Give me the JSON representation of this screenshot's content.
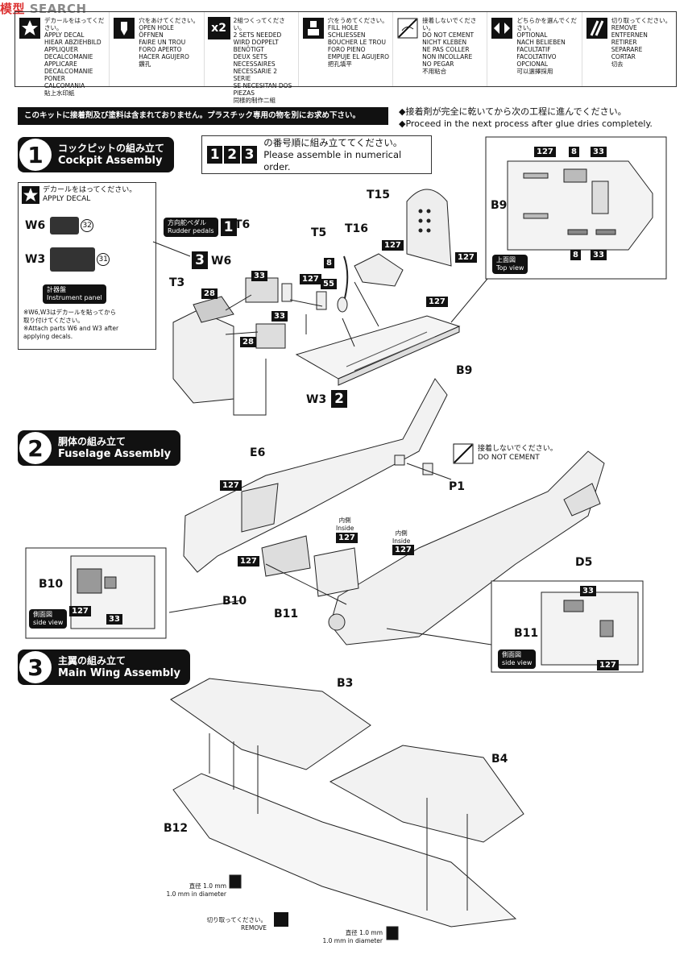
{
  "watermark": {
    "cn": "模型",
    "en": "SEARCH"
  },
  "legend": [
    {
      "icon": "star-icon",
      "text": "デカールをはってください。\nAPPLY DECAL\nHIEAR ABZIEHBILD\nAPPLIQUER DECALCOMANIE\nAPPLICARE DECALCOMANIE\nPONER CALCOMANIA\n貼上水印紙"
    },
    {
      "icon": "hole-icon",
      "text": "穴をあけてください。\nOPEN HOLE\nÖFFNEN\nFAIRE UN TROU\nFORO APERTO\nHACER AGUJERO\n鑽孔"
    },
    {
      "icon": "x2-icon",
      "label": "x2",
      "text": "2組つくってください。\n2 SETS NEEDED\nWIRD DOPPELT BENÖTIGT\nDEUX SETS NECESSAIRES\nNECESSARIE 2 SERIE\nSE NECESITAN DOS PIEZAS\n同樣的制作二組"
    },
    {
      "icon": "fill-hole-icon",
      "text": "穴をうめてください。\nFILL HOLE\nSCHLIESSEN\nBOUCHER LE TROU\nFORO PIENO\nEMPUJE EL AGUJERO\n把孔填平"
    },
    {
      "icon": "no-cement-icon",
      "text": "接着しないでください。\nDO NOT CEMENT\nNICHT KLEBEN\nNE PAS COLLER\nNON INCOLLARE\nNO PEGAR\n不用粘合"
    },
    {
      "icon": "optional-icon",
      "text": "どちらかを選んでください。\nOPTIONAL\nNACH BELIEBEN\nFACULTATIF\nFACOLTATIVO\nOPCIONAL\n可以選擇採用"
    },
    {
      "icon": "remove-icon",
      "text": "切り取ってください。\nREMOVE\nENTFERNEN\nRETIRER\nSEPARARE\nCORTAR\n切去"
    }
  ],
  "notice": "このキットに接着剤及び塗料は含まれておりません。プラスチック専用の物を別にお求め下さい。",
  "cement_note": {
    "ja": "◆接着剤が完全に乾いてから次の工程に進んでください。",
    "en": "◆Proceed in the next process after glue dries completely."
  },
  "steps": [
    {
      "num": "1",
      "ja": "コックピットの組み立て",
      "en": "Cockpit Assembly"
    },
    {
      "num": "2",
      "ja": "胴体の組み立て",
      "en": "Fuselage Assembly"
    },
    {
      "num": "3",
      "ja": "主翼の組み立て",
      "en": "Main Wing Assembly"
    }
  ],
  "order": {
    "nums": [
      "1",
      "2",
      "3"
    ],
    "ja": "の番号順に組み立ててください。",
    "en": "Please assemble in numerical order."
  },
  "decal_box": {
    "ja": "デカールをはってください。",
    "en": "APPLY DECAL",
    "w6": "W6",
    "w6_num": "32",
    "w3": "W3",
    "w3_num": "31",
    "panel_ja": "計器盤",
    "panel_en": "Instrument panel",
    "note1": "※W6,W3はデカールを貼ってから",
    "note2": "取り付けてください。",
    "note3": "※Attach parts W6 and W3 after",
    "note4": "applying decals."
  },
  "rudder": {
    "ja": "方向舵ペダル",
    "en": "Rudder pedals",
    "num": "1"
  },
  "parts": {
    "T6": "T6",
    "T5": "T5",
    "T16": "T16",
    "T15": "T15",
    "T3": "T3",
    "W6": "W6",
    "W3": "W3",
    "B9": "B9",
    "E6": "E6",
    "P1": "P1",
    "D5": "D5",
    "B10": "B10",
    "B11": "B11",
    "B3": "B3",
    "B4": "B4",
    "B12": "B12"
  },
  "colors": {
    "c127": "127",
    "c8": "8",
    "c33": "33",
    "c55": "55",
    "c28": "28"
  },
  "step_markers": {
    "s3": "3",
    "s2": "2"
  },
  "topview": {
    "ja": "上面図",
    "en": "Top view"
  },
  "sideview": {
    "ja": "側面図",
    "en": "side view"
  },
  "do_not_cement": {
    "ja": "接着しないでください。",
    "en": "DO NOT CEMENT"
  },
  "inside": {
    "ja": "内側",
    "en": "Inside"
  },
  "holes": {
    "ja": "直径 1.0 mm",
    "en": "1.0 mm in diameter"
  },
  "remove": {
    "ja": "切り取ってください。",
    "en": "REMOVE"
  }
}
